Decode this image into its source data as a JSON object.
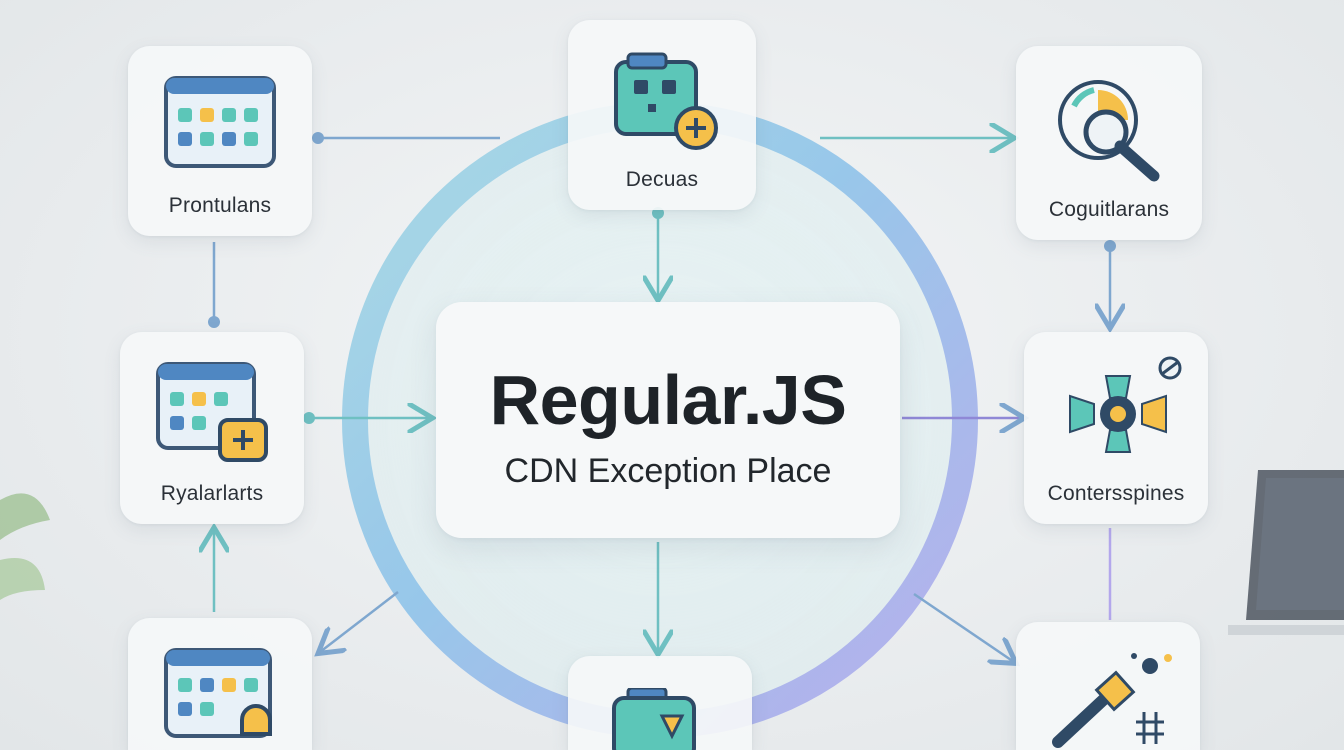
{
  "center": {
    "title": "Regular.JS",
    "subtitle": "CDN Exception Place"
  },
  "nodes": {
    "top_left": {
      "label": "Prontulans",
      "icon": "calendar-grid-icon"
    },
    "top_center": {
      "label": "Decuas",
      "icon": "add-module-icon"
    },
    "top_right": {
      "label": "Coguitlarans",
      "icon": "magnifier-chart-icon"
    },
    "middle_left": {
      "label": "Ryalarlarts",
      "icon": "calendar-add-icon"
    },
    "middle_right": {
      "label": "Contersspines",
      "icon": "network-hub-icon"
    },
    "bottom_left": {
      "label": "",
      "icon": "calendar-lock-icon"
    },
    "bottom_center": {
      "label": "",
      "icon": "module-icon"
    },
    "bottom_right": {
      "label": "",
      "icon": "pen-tool-icon"
    }
  },
  "colors": {
    "ring_blue": "#8fc3ea",
    "ring_purple": "#b3a7ec",
    "ring_teal": "#9ad8d6",
    "connector": "#7fa7cf",
    "connector_teal": "#6fc0c2",
    "accent_yellow": "#f5c04a",
    "accent_teal": "#5cc6b8",
    "icon_navy": "#2f4a66",
    "icon_blue": "#4f87c2"
  }
}
